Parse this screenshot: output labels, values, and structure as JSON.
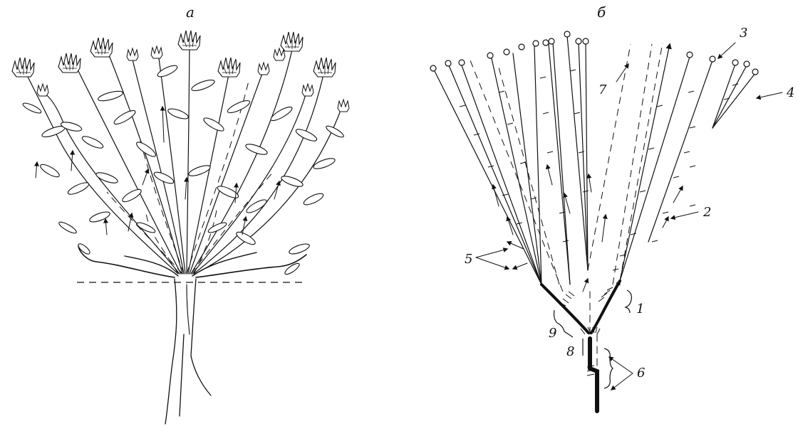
{
  "figure": {
    "panel_a_label": "а",
    "panel_b_label": "б"
  },
  "callouts": {
    "label_1": "1",
    "label_2": "2",
    "label_3": "3",
    "label_4": "4",
    "label_5": "5",
    "label_6": "6",
    "label_7": "7",
    "label_8": "8",
    "label_9": "9"
  },
  "colors": {
    "ink": "#111111",
    "background": "#ffffff"
  }
}
